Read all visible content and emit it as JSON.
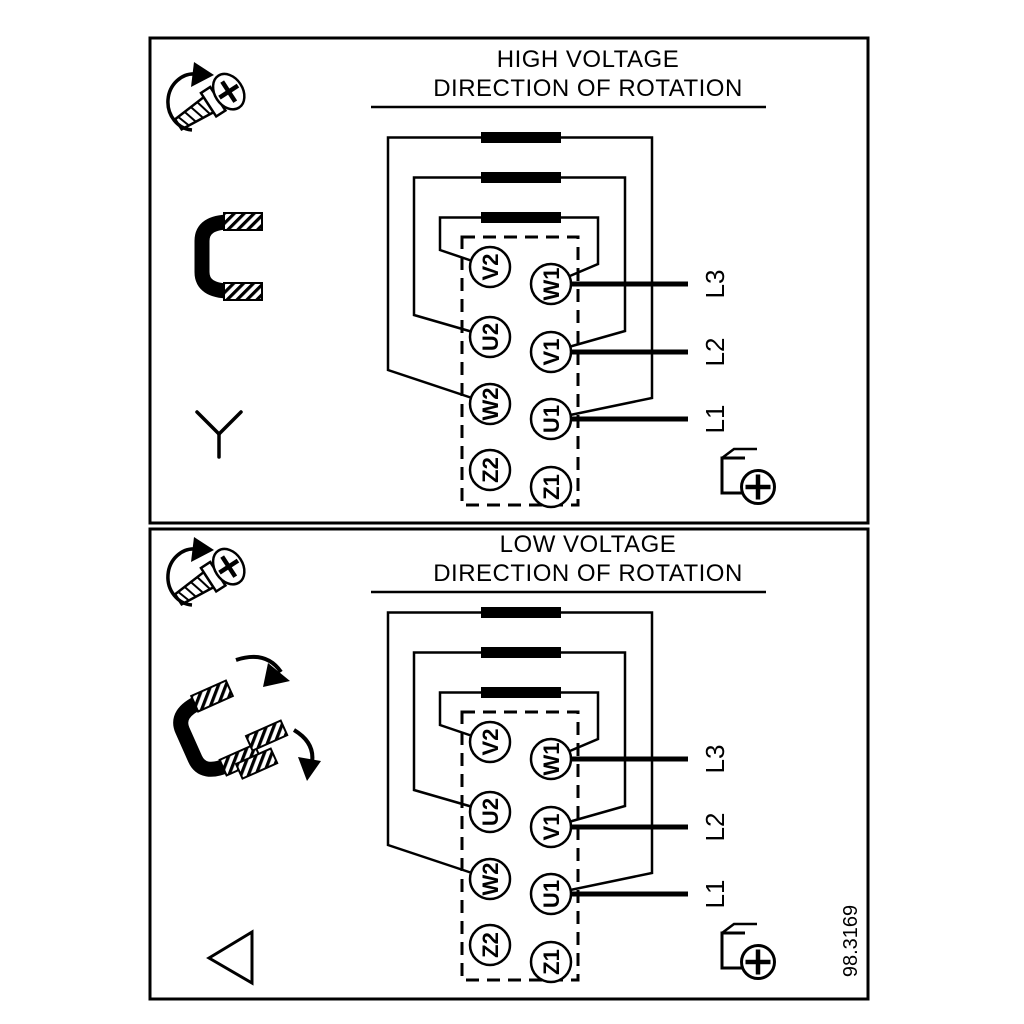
{
  "figure_number": "98.3169",
  "colors": {
    "ink": "#000000",
    "background": "#ffffff"
  },
  "terminals": {
    "left": [
      "V2",
      "U2",
      "W2",
      "Z2"
    ],
    "right": [
      "W1",
      "V1",
      "U1",
      "Z1"
    ]
  },
  "supply_lines": [
    "L3",
    "L2",
    "L1"
  ],
  "panels": [
    {
      "title_line1": "HIGH VOLTAGE",
      "title_line2": "DIRECTION OF ROTATION",
      "connection_symbol": "star"
    },
    {
      "title_line1": "LOW VOLTAGE",
      "title_line2": "DIRECTION OF ROTATION",
      "connection_symbol": "delta"
    }
  ]
}
